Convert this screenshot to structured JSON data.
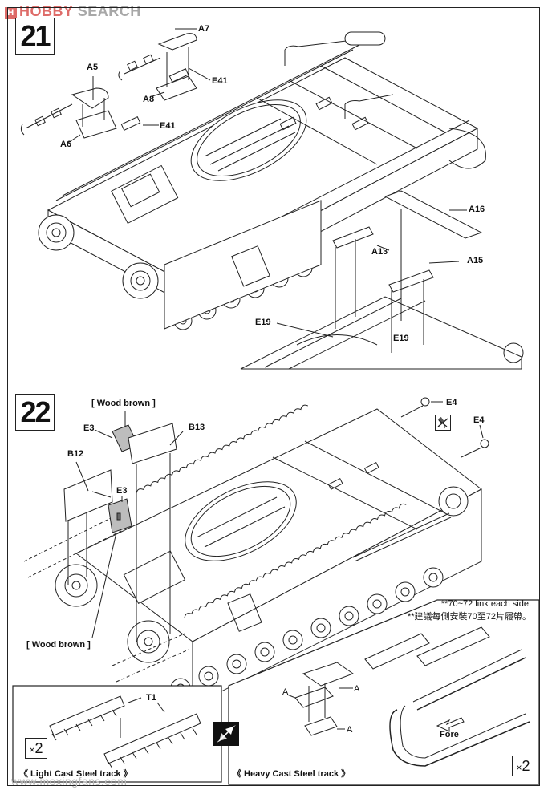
{
  "watermark": {
    "brand_prefix": "HOBBY",
    "brand_suffix": "SEARCH",
    "footer_url": "www.moxingfans.com"
  },
  "steps": [
    {
      "number": "21",
      "part_labels": [
        "A7",
        "E41",
        "A8",
        "A5",
        "E41",
        "A6",
        "A16",
        "A13",
        "A15",
        "E19",
        "E19"
      ]
    },
    {
      "number": "22",
      "paint_note_top": "[ Wood brown ]",
      "paint_note_bottom": "[ Wood brown ]",
      "part_labels": [
        "E3",
        "B13",
        "B12",
        "E3",
        "E4",
        "E4"
      ],
      "track_note_en": "**70~72 link each side.",
      "track_note_zh": "**建議每側安裝70至72片履帶。"
    }
  ],
  "insets": {
    "light_track": {
      "part_label": "T1",
      "multiplier": "2",
      "multiplier_sign": "×",
      "caption": "《 Light Cast Steel track 》"
    },
    "heavy_track": {
      "part_labels": [
        "A",
        "A",
        "A"
      ],
      "direction_label": "Fore",
      "multiplier": "2",
      "multiplier_sign": "×",
      "caption": "《 Heavy Cast Steel track 》"
    }
  },
  "icons": {
    "alternative_swap": "alternative-option-icon",
    "do_not_glue": "no-glue-icon"
  }
}
